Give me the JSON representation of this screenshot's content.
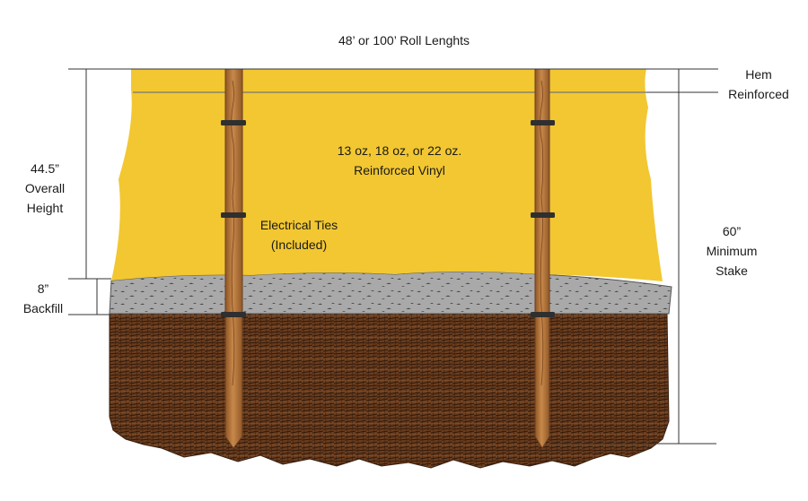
{
  "labels": {
    "roll_length": "48’ or 100’ Roll Lenghts",
    "hem": "Hem",
    "reinforced": "Reinforced",
    "height_value": "44.5”",
    "height_line1": "Overall",
    "height_line2": "Height",
    "backfill_value": "8”",
    "backfill_word": "Backfill",
    "vinyl_line1": "13 oz, 18 oz, or 22 oz.",
    "vinyl_line2": "Reinforced Vinyl",
    "ties_line1": "Electrical Ties",
    "ties_line2": "(Included)",
    "stake_value": "60”",
    "stake_line1": "Minimum",
    "stake_line2": "Stake"
  },
  "colors": {
    "vinyl": "#F2C731",
    "backfill": "#A9A9A9",
    "soil": "#6B3D1E",
    "stake": "#B5773C",
    "tie": "#2F2F2F",
    "dimension_line": "#333333"
  }
}
